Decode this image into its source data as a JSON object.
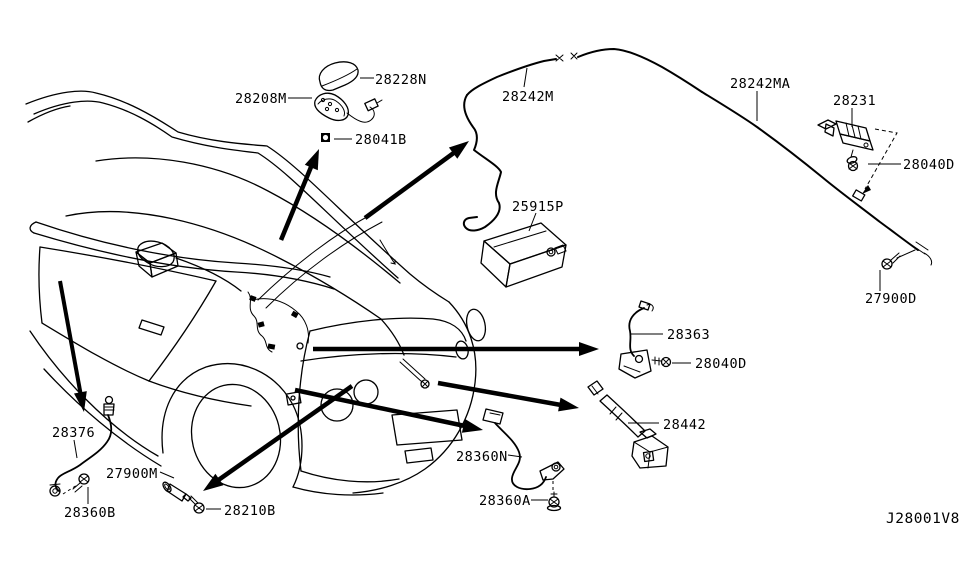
{
  "diagram_code": "J28001V8",
  "colors": {
    "background": "#ffffff",
    "line": "#000000"
  },
  "part_labels": [
    "28228N",
    "28208M",
    "28041B",
    "28242M",
    "28242MA",
    "28231",
    "28040D",
    "27900D",
    "25915P",
    "28363",
    "28040D",
    "28442",
    "28360N",
    "28360A",
    "28376",
    "27900M",
    "28360B",
    "28210B"
  ]
}
